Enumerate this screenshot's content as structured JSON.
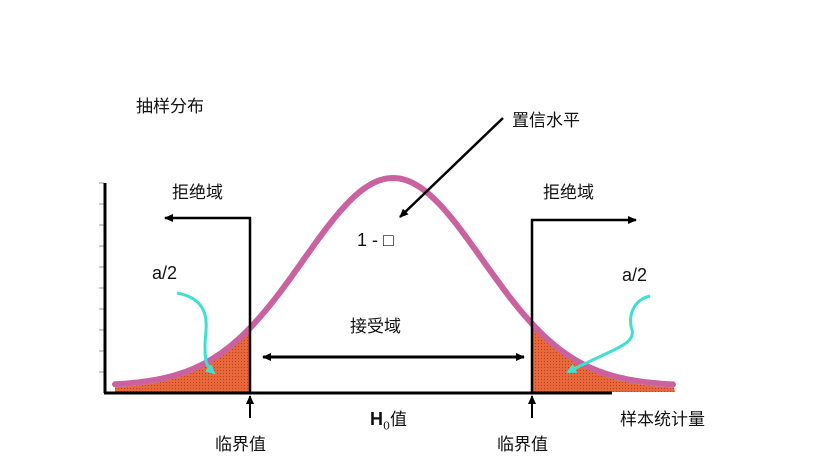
{
  "labels": {
    "sampling_distribution": "抽样分布",
    "confidence_level": "置信水平",
    "one_minus_alpha": "1 - □",
    "rejection_left": "拒绝域",
    "rejection_right": "拒绝域",
    "alpha_half_left": "a/2",
    "alpha_half_right": "a/2",
    "acceptance_region": "接受域",
    "critical_left": "临界值",
    "critical_right": "临界值",
    "h0_value_main": "H",
    "h0_value_sub": "0",
    "h0_value_suffix": "值",
    "x_axis_label": "样本统计量"
  },
  "colors": {
    "curve": "#c9629f",
    "tail_fill": "#e8693c",
    "callout_arrow": "#40e0d0",
    "axis": "#000000"
  }
}
